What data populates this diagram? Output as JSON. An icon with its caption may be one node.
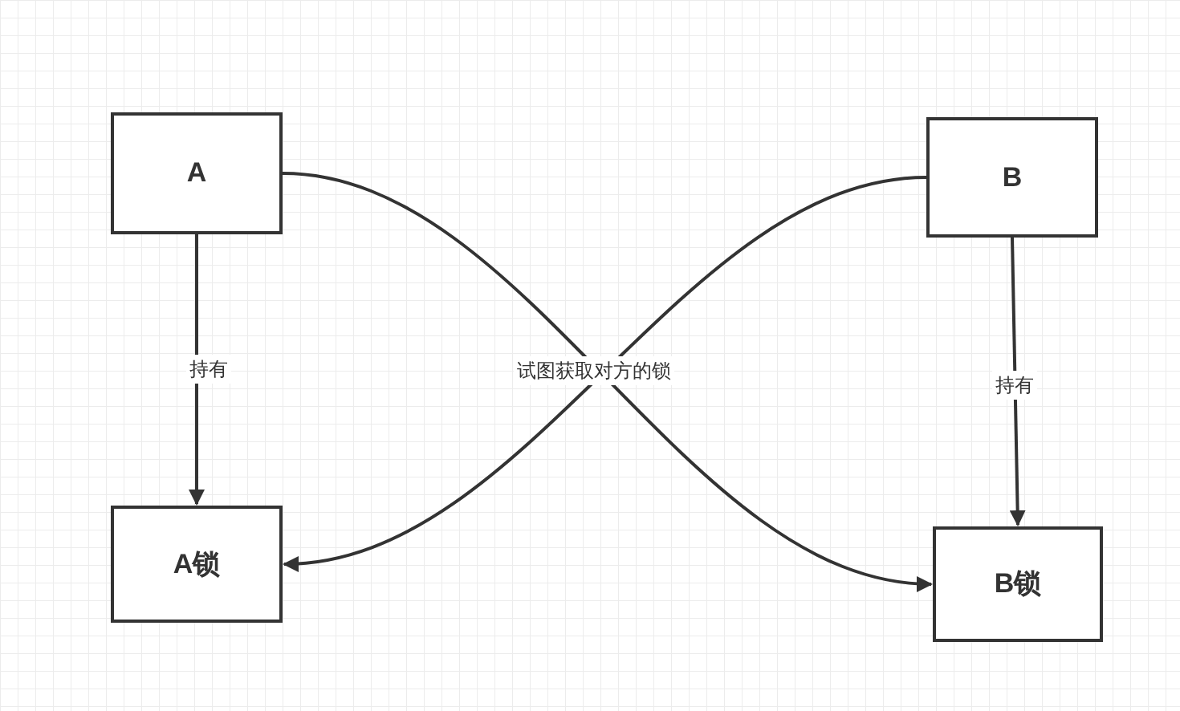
{
  "diagram": {
    "nodes": [
      {
        "text": [
          "A"
        ]
      },
      {
        "text": [
          "B"
        ]
      },
      {
        "text": [
          "A锁"
        ]
      },
      {
        "text": [
          "B锁"
        ]
      }
    ],
    "edges": [
      {
        "from": 0,
        "to": 2,
        "arrow": "to",
        "label": "持有"
      },
      {
        "from": 1,
        "to": 3,
        "arrow": "to",
        "label": "持有"
      },
      {
        "from": 0,
        "to": 3,
        "arrow": "to",
        "label": "试图获取对方的锁"
      },
      {
        "from": 1,
        "to": 2,
        "arrow": "to"
      }
    ]
  }
}
